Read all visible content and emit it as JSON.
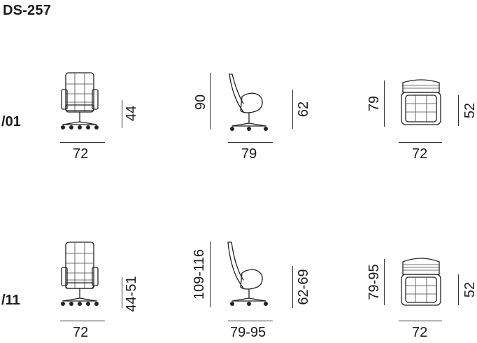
{
  "model": "DS-257",
  "rows": [
    {
      "code": "/01",
      "front": {
        "width": "72",
        "seat_height": "44"
      },
      "side": {
        "total_height": "90",
        "depth": "79",
        "seat_height": "62"
      },
      "top": {
        "height": "79",
        "width": "72",
        "seat_height": "52"
      }
    },
    {
      "code": "/11",
      "front": {
        "width": "72",
        "seat_height": "44-51"
      },
      "side": {
        "total_height": "109-116",
        "depth": "79-95",
        "seat_height": "62-69"
      },
      "top": {
        "height": "79-95",
        "width": "72",
        "seat_height": "52"
      }
    }
  ]
}
